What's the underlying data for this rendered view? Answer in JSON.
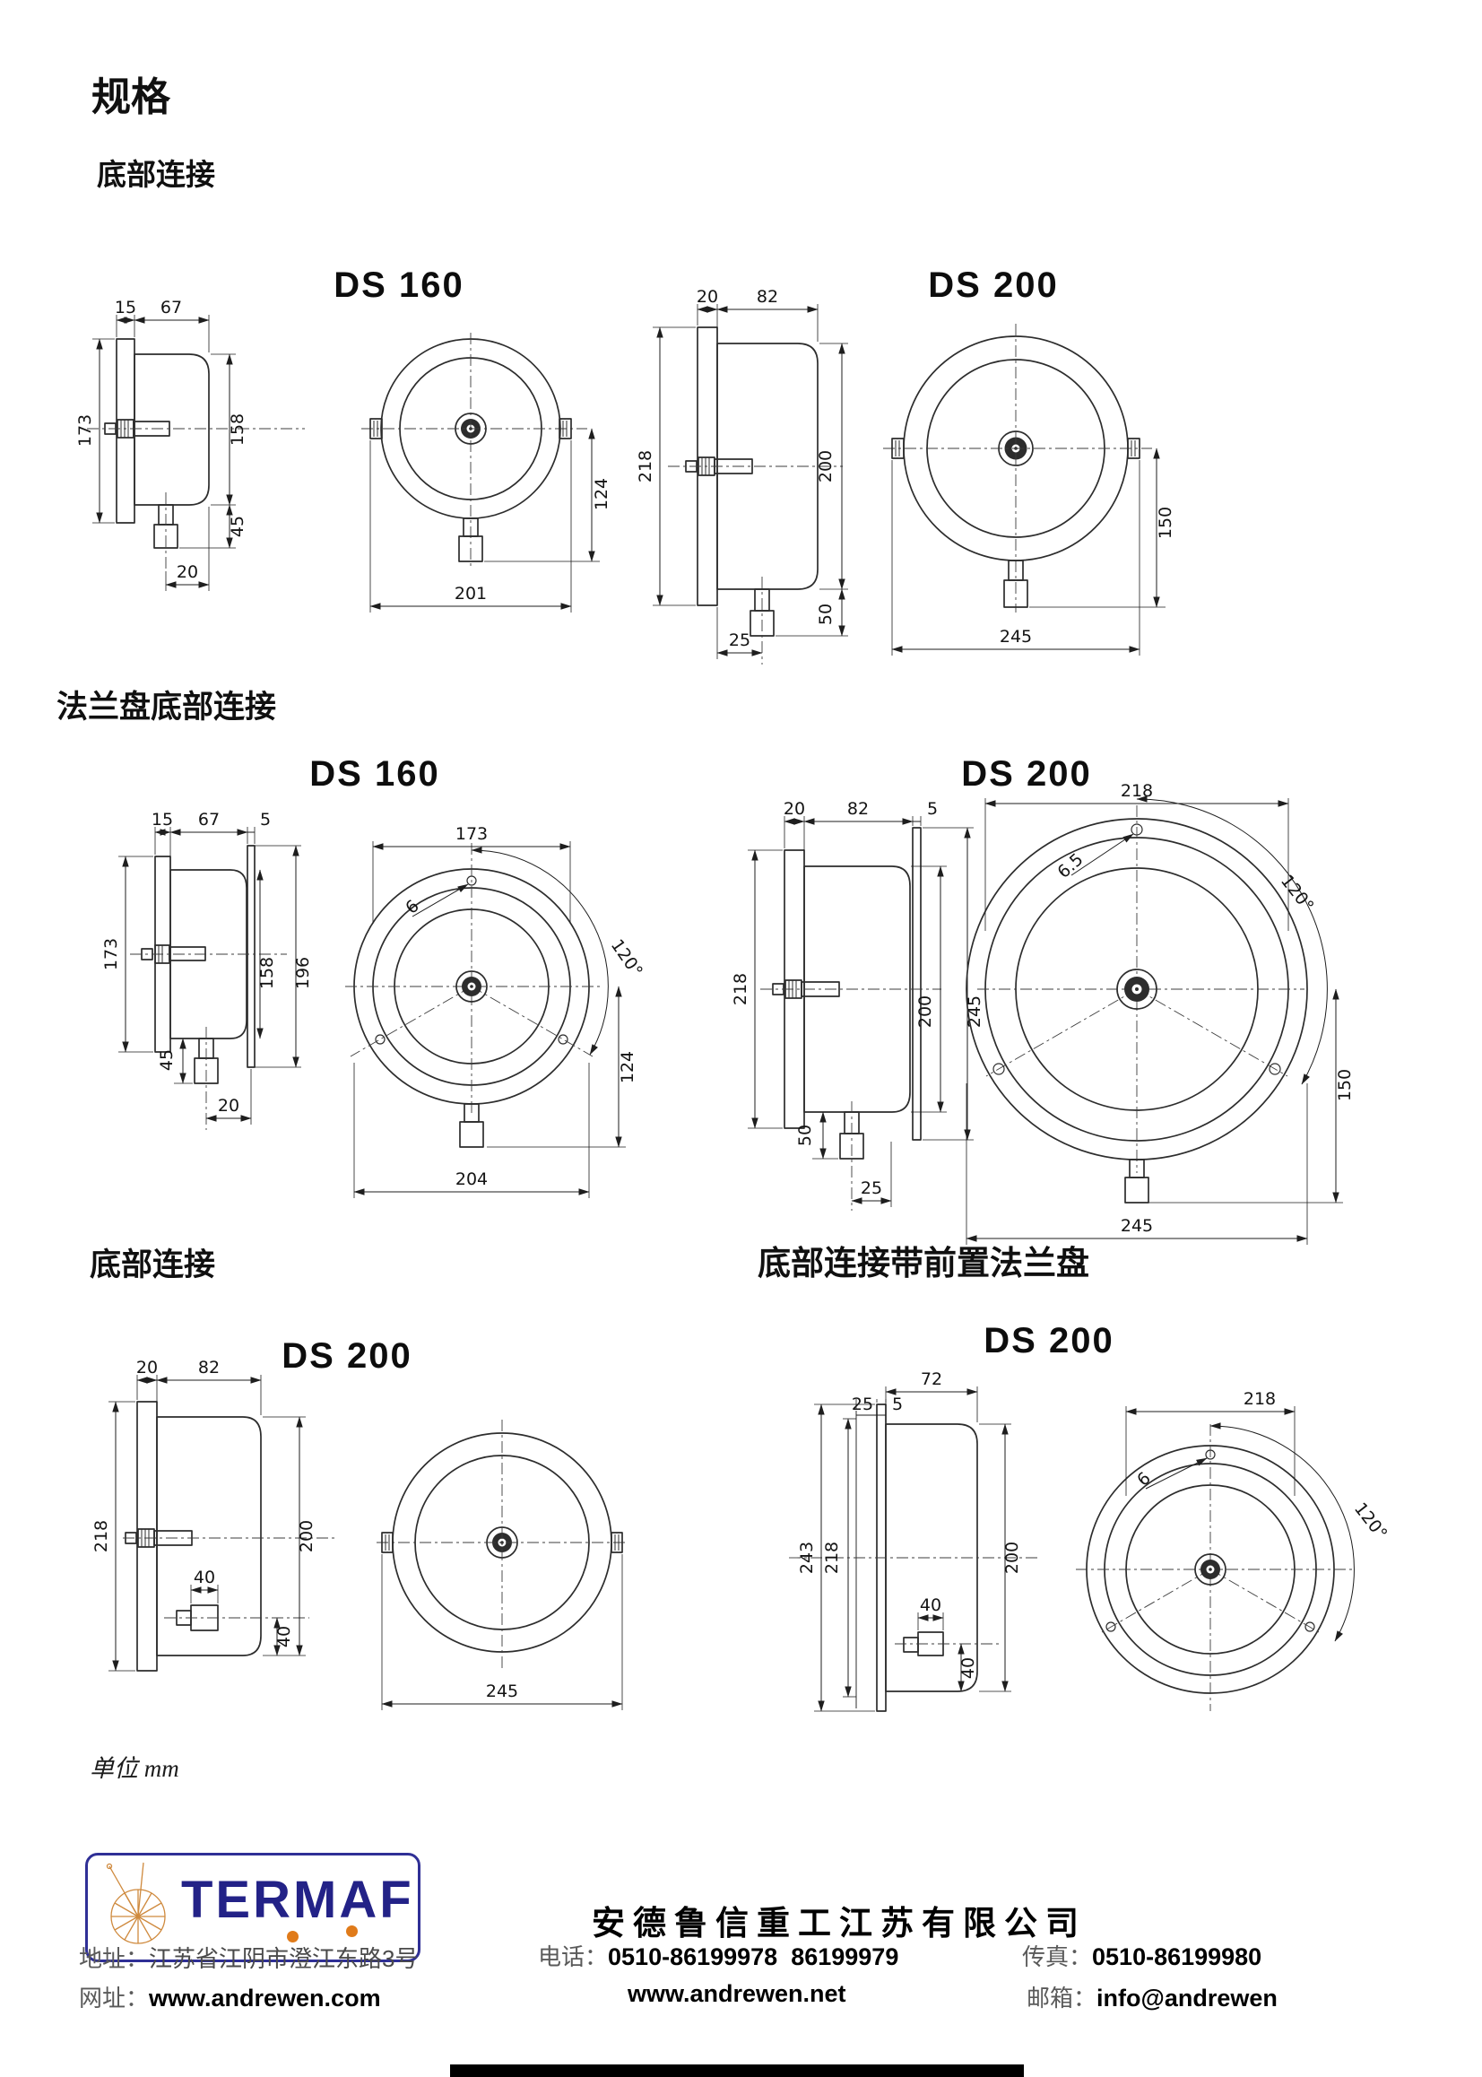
{
  "page": {
    "title": "规格",
    "unit_note": "单位 mm"
  },
  "headings": {
    "h1": "底部连接",
    "h2": "法兰盘底部连接",
    "h3": "底部连接",
    "h4": "底部连接带前置法兰盘"
  },
  "figures": [
    {
      "title": "DS 160",
      "d": {
        "t1": "15",
        "t2": "67",
        "l1": "173",
        "r1": "158",
        "r2": "45",
        "b1": "20",
        "f1": "124",
        "f2": "201"
      }
    },
    {
      "title": "DS 200",
      "d": {
        "t1": "20",
        "t2": "82",
        "l1": "218",
        "r1": "200",
        "r2": "50",
        "b1": "25",
        "f1": "150",
        "f2": "245"
      }
    },
    {
      "title": "DS 160",
      "d": {
        "t1": "15",
        "t2": "67",
        "t3": "5",
        "l1": "173",
        "r1": "158",
        "r2": "196",
        "s1": "45",
        "b1": "20",
        "dial": "173",
        "hole": "6",
        "ang": "120°",
        "f1": "124",
        "f2": "204"
      }
    },
    {
      "title": "DS 200",
      "d": {
        "t1": "20",
        "t2": "82",
        "t3": "5",
        "l1": "218",
        "r1": "200",
        "r2": "245",
        "s1": "50",
        "b1": "25",
        "dial": "218",
        "hole": "6.5",
        "ang": "120°",
        "f1": "150",
        "f2": "245"
      }
    },
    {
      "title": "DS 200",
      "d": {
        "t1": "20",
        "t2": "82",
        "l1": "218",
        "r1": "200",
        "m1": "40",
        "m2": "40",
        "f2": "245"
      }
    },
    {
      "title": "DS 200",
      "d": {
        "t1": "72",
        "t2": "25",
        "t3": "5",
        "l1": "243",
        "l2": "218",
        "r1": "200",
        "m1": "40",
        "m2": "40",
        "dial": "218",
        "hole": "6",
        "ang": "120°"
      }
    }
  ],
  "footer": {
    "logo_text": "TERMAF",
    "company": "安德鲁信重工江苏有限公司",
    "address_label": "地址：",
    "address": "江苏省江阴市澄江东路3号",
    "phone_label": "电话：",
    "phone": "0510-86199978  86199979",
    "fax_label": "传真：",
    "fax": "0510-86199980",
    "web_label": "网址：",
    "web1": "www.andrewen.com",
    "web2": "www.andrewen.net",
    "email_label": "邮箱：",
    "email": "info@andrewen"
  }
}
